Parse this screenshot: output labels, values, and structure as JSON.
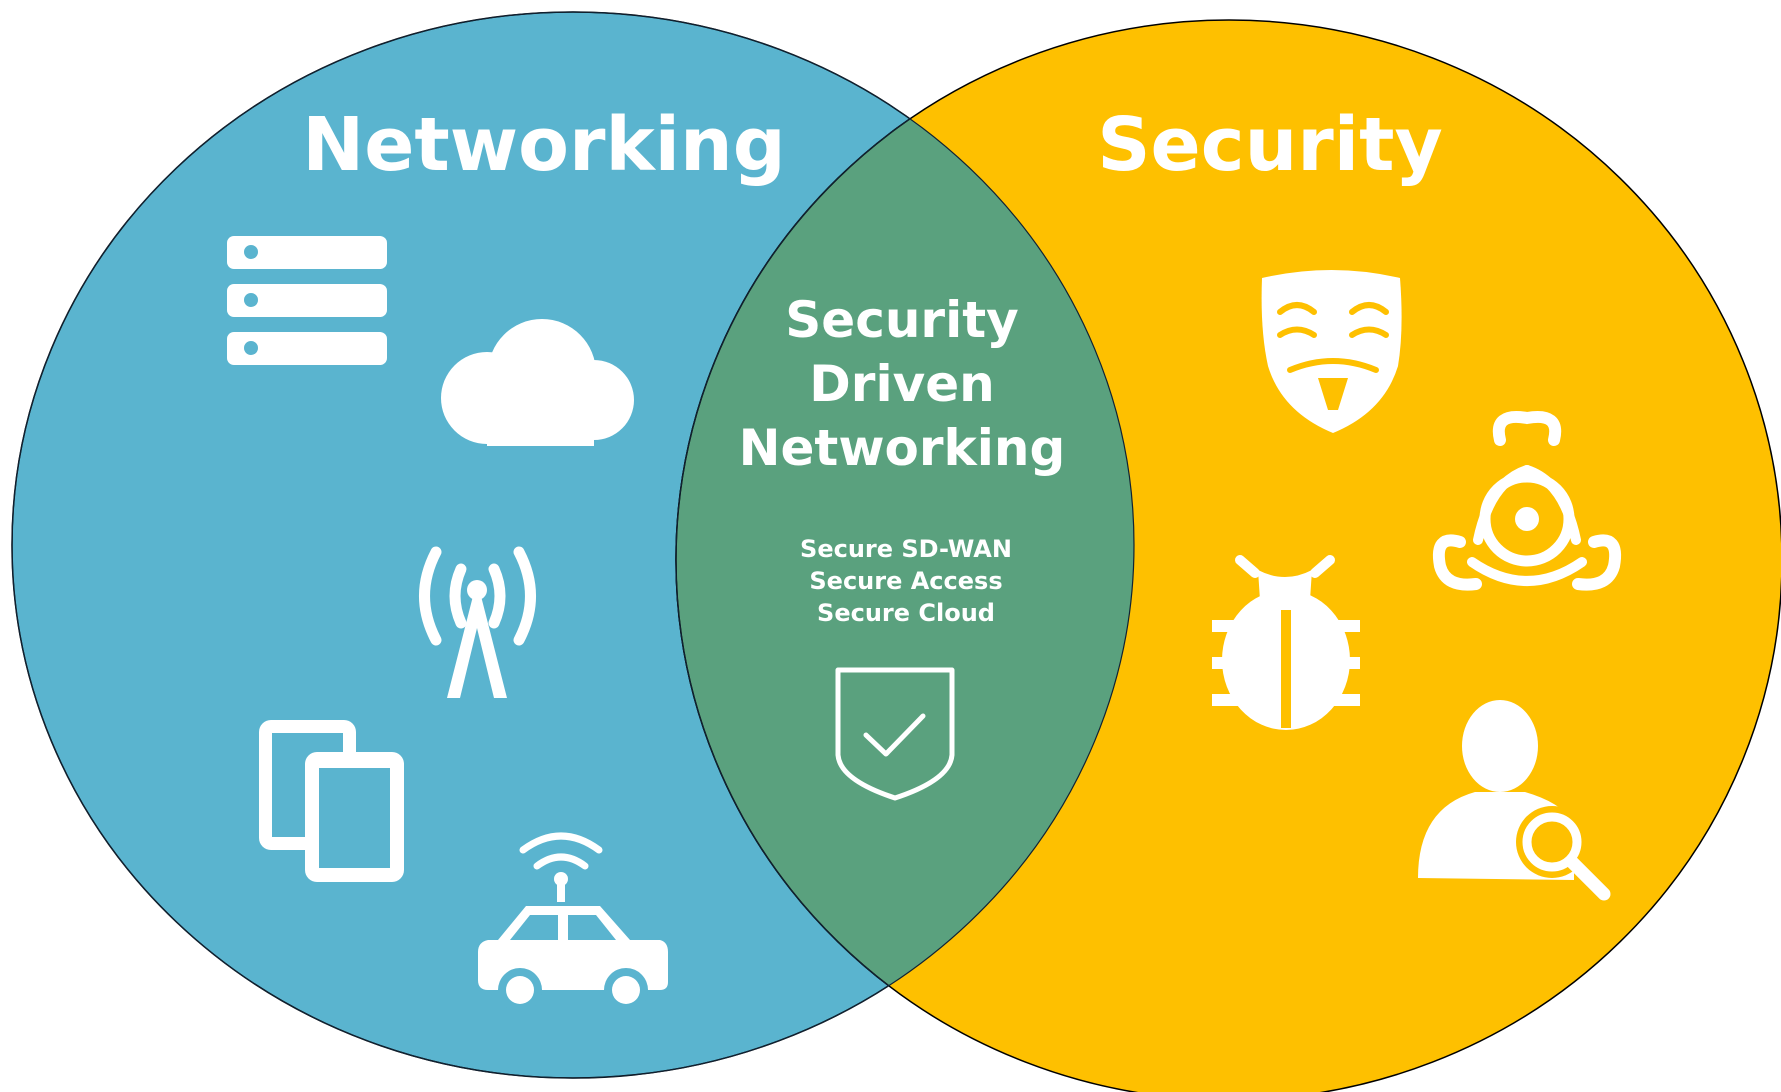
{
  "diagram": {
    "colors": {
      "networking": "#5AB4CF",
      "security": "#FEC000",
      "overlap": "#5AA17E",
      "icon": "#FFFFFF",
      "outline": "#000000"
    },
    "left": {
      "title": "Networking",
      "icons": [
        "server-rack-icon",
        "cloud-icon",
        "radio-tower-icon",
        "devices-icon",
        "connected-car-icon"
      ]
    },
    "right": {
      "title": "Security",
      "icons": [
        "hacker-mask-icon",
        "biohazard-icon",
        "bug-icon",
        "user-search-icon"
      ]
    },
    "overlap": {
      "title_lines": [
        "Security",
        "Driven",
        "Networking"
      ],
      "items": [
        "Secure SD-WAN",
        "Secure Access",
        "Secure Cloud"
      ],
      "icon": "shield-check-icon"
    }
  }
}
